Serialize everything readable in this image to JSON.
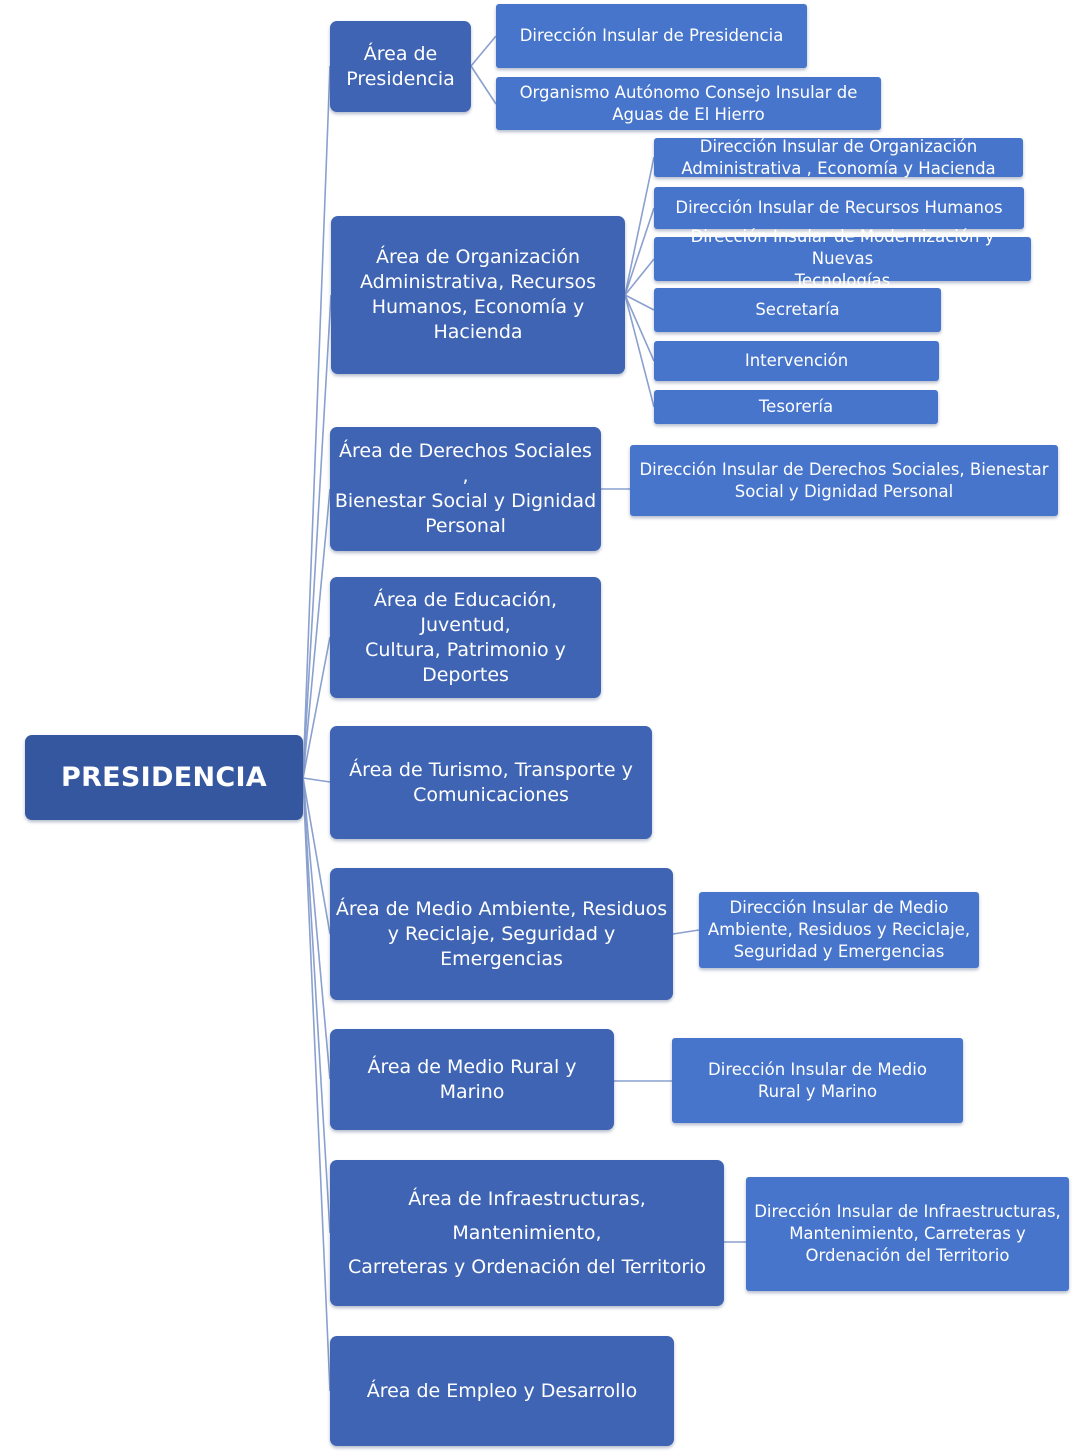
{
  "colors": {
    "root": "#3557a0",
    "area": "#3f64b3",
    "sub": "#4775cb",
    "line": "#8aa0cf",
    "text": "#ffffff"
  },
  "root": {
    "label": "PRESIDENCIA"
  },
  "areas": [
    {
      "label": "Área de\nPresidencia",
      "subs": [
        "Dirección Insular de Presidencia",
        "Organismo Autónomo Consejo Insular de\nAguas  de El Hierro"
      ]
    },
    {
      "label": "Área de Organización\nAdministrativa, Recursos\nHumanos, Economía y Hacienda",
      "subs": [
        "Dirección Insular de Organización\nAdministrativa , Economía y Hacienda",
        "Dirección Insular de Recursos Humanos",
        "Dirección Insular de Modernización y Nuevas\nTecnologías",
        "Secretaría",
        "Intervención",
        "Tesorería"
      ]
    },
    {
      "label": "Área de Derechos Sociales ,\nBienestar Social y Dignidad\nPersonal",
      "subs": [
        "Dirección Insular de Derechos Sociales, Bienestar\nSocial y Dignidad Personal"
      ]
    },
    {
      "label": "Área de Educación, Juventud,\nCultura, Patrimonio y\nDeportes",
      "subs": []
    },
    {
      "label": "Área de Turismo, Transporte y\nComunicaciones",
      "subs": []
    },
    {
      "label": "Área de Medio Ambiente, Residuos\ny Reciclaje, Seguridad y Emergencias",
      "subs": [
        "Dirección Insular de Medio\nAmbiente, Residuos y Reciclaje,\nSeguridad y  Emergencias"
      ]
    },
    {
      "label": "Área de Medio Rural y\nMarino",
      "subs": [
        "Dirección Insular de Medio\nRural y Marino"
      ]
    },
    {
      "label": "Área de Infraestructuras, Mantenimiento,\nCarreteras y Ordenación del Territorio",
      "subs": [
        "Dirección Insular de Infraestructuras,\nMantenimiento, Carreteras y\nOrdenación del Territorio"
      ]
    },
    {
      "label": "Área de Empleo y Desarrollo",
      "subs": []
    }
  ]
}
